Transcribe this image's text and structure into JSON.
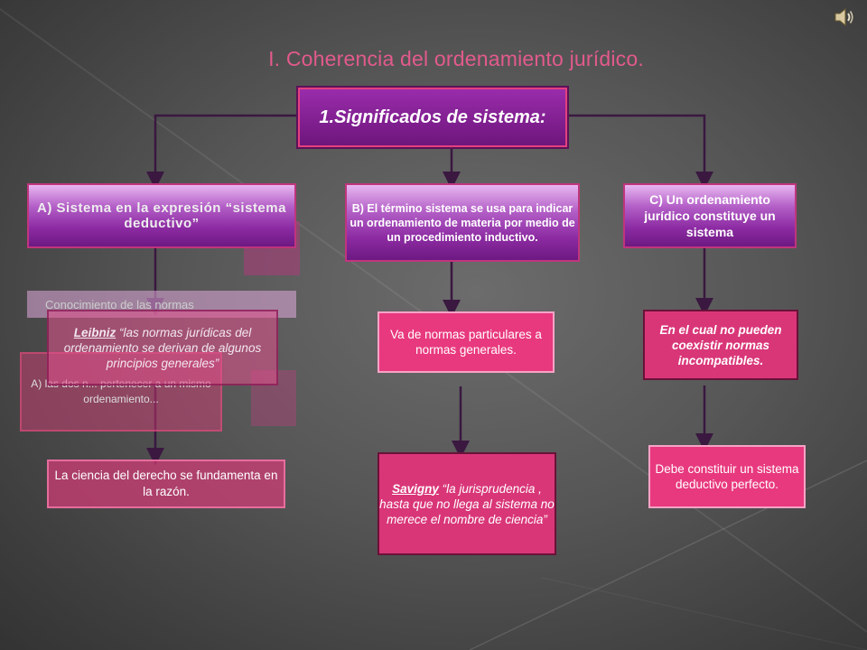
{
  "slide": {
    "title": "I. Coherencia del ordenamiento jurídico.",
    "speaker_icon": "speaker-icon",
    "colors": {
      "title": "#e25a8c",
      "main_box": "#7b1f8c",
      "pink_box": "#e8397e"
    }
  },
  "diagram": {
    "main": "1.Significados de sistema:",
    "branch_a": {
      "header": "A) Sistema en la expresión “sistema deductivo”",
      "ghost_header": "Conocimiento de las normas",
      "ghost_text": "A) las dos n... pertenecer a un mismo ordenamiento...",
      "leibniz_name": "Leibniz",
      "leibniz_text": " “las normas jurídicas del ordenamiento se derivan de algunos principios generales”",
      "note": "La ciencia del derecho se fundamenta en la razón."
    },
    "branch_b": {
      "header": "B) El término sistema se usa para indicar un ordenamiento de materia por  medio de un procedimiento inductivo.",
      "note": "Va de normas particulares a normas generales.",
      "savigny_name": "Savigny",
      "savigny_text": " “la jurisprudencia , hasta que no llega al sistema no merece el nombre de ciencia”"
    },
    "branch_c": {
      "header": "C) Un ordenamiento jurídico constituye un sistema",
      "note": "En el cual no pueden coexistir normas incompatibles.",
      "conclusion": "Debe constituir un sistema deductivo perfecto."
    }
  }
}
